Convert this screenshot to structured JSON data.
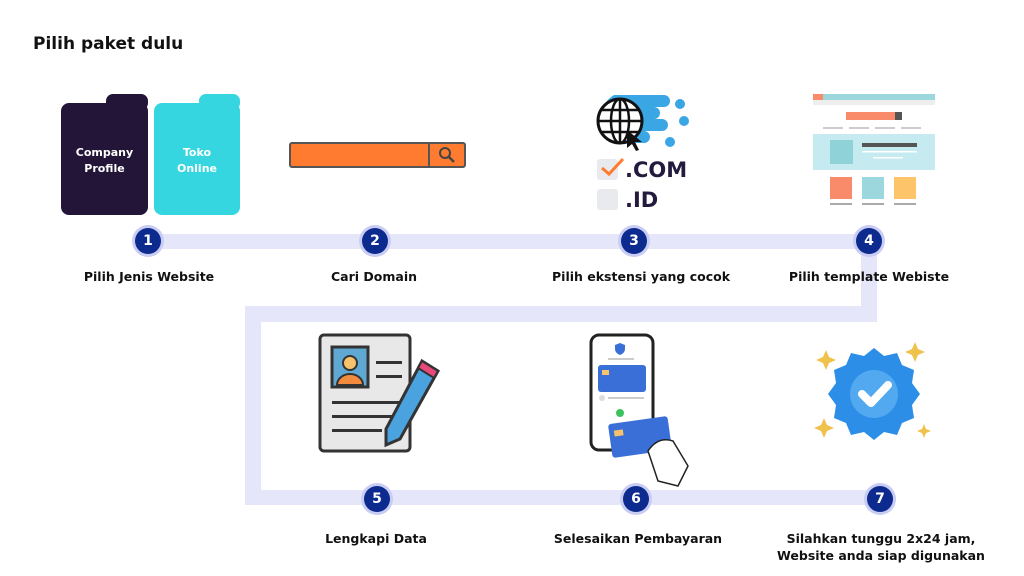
{
  "title": "Pilih paket dulu",
  "steps": [
    {
      "number": "1",
      "label": "Pilih Jenis Website"
    },
    {
      "number": "2",
      "label": "Cari Domain"
    },
    {
      "number": "3",
      "label": "Pilih ekstensi yang cocok"
    },
    {
      "number": "4",
      "label": "Pilih template Webiste"
    },
    {
      "number": "5",
      "label": "Lengkapi Data"
    },
    {
      "number": "6",
      "label": "Selesaikan Pembayaran"
    },
    {
      "number": "7",
      "label_line1": "Silahkan tunggu 2x24 jam,",
      "label_line2": "Website anda siap digunakan"
    }
  ],
  "website_types": {
    "company_line1": "Company",
    "company_line2": "Profile",
    "toko_line1": "Toko",
    "toko_line2": "Online"
  },
  "extensions": {
    "com": ".COM",
    "id": ".ID"
  },
  "colors": {
    "path": "#e6e6fb",
    "step": "#0d2a8f",
    "company": "#231538",
    "toko": "#35d6e0",
    "search": "#fe7b2f"
  }
}
